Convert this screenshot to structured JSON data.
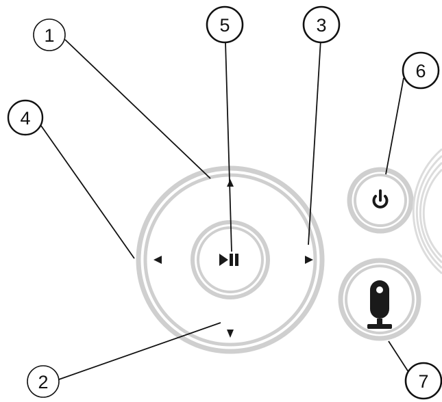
{
  "callouts": [
    {
      "label": "1",
      "target": "up-arrow-button"
    },
    {
      "label": "2",
      "target": "down-arrow-button"
    },
    {
      "label": "3",
      "target": "right-arrow-button"
    },
    {
      "label": "4",
      "target": "left-arrow-button"
    },
    {
      "label": "5",
      "target": "play-pause-button"
    },
    {
      "label": "6",
      "target": "power-button"
    },
    {
      "label": "7",
      "target": "camera-button"
    }
  ],
  "icons": {
    "up": "up-arrow-icon",
    "down": "down-arrow-icon",
    "left": "left-arrow-icon",
    "right": "right-arrow-icon",
    "play_pause": "play-pause-icon",
    "power": "power-icon",
    "camera": "camera-icon"
  },
  "colors": {
    "ring": "#cfcfcf",
    "icon": "#1a1a1a",
    "line": "#111111"
  }
}
